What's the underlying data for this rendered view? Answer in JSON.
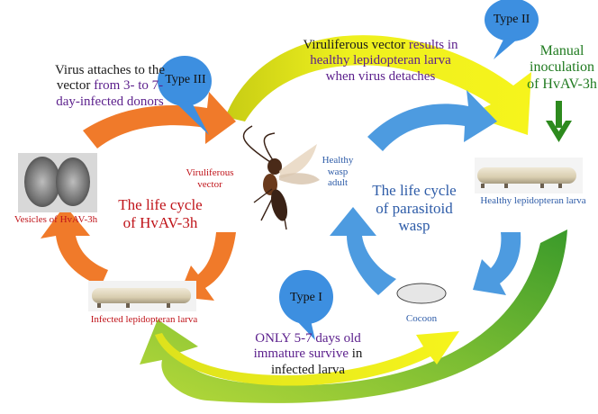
{
  "callouts": {
    "type_one": "Type I",
    "type_two": "Type II",
    "type_three": "Type III"
  },
  "texts": {
    "attach_line1": "Virus attaches to the",
    "attach_line2_a": "vector ",
    "attach_line2_b": "from 3- to 7-",
    "attach_line3": "day-infected donors",
    "viruliferous_line1_a": "Viruliferous vector ",
    "viruliferous_line1_b": "results in",
    "viruliferous_line2": "healthy lepidopteran larva",
    "viruliferous_line3": "when virus detaches",
    "manual_line1": "Manual",
    "manual_line2": "inoculation",
    "manual_line3": "of HvAV-3h",
    "vesicles_label": "Vesicles of HvAV-3h",
    "lifecycle_virus_line1": "The life cycle",
    "lifecycle_virus_line2": "of HvAV-3h",
    "viruliferous_vector_line1": "Viruliferous",
    "viruliferous_vector_line2": "vector",
    "healthy_wasp_line1": "Healthy",
    "healthy_wasp_line2": "wasp",
    "healthy_wasp_line3": "adult",
    "lifecycle_wasp_line1": "The life cycle",
    "lifecycle_wasp_line2": "of parasitoid",
    "lifecycle_wasp_line3": "wasp",
    "healthy_larva_label": "Healthy lepidopteran larva",
    "infected_larva_label": "Infected lepidopteran larva",
    "cocoon_label": "Cocoon",
    "survive_line1": "ONLY 5-7 days old",
    "survive_line2_a": "immature survive",
    "survive_line2_b": " in",
    "survive_line3": "infected larva"
  },
  "colors": {
    "orange": "#f07a2a",
    "yellow": "#ecec1a",
    "blue": "#4d9be0",
    "green": "#7ab832",
    "dark_green": "#2d8a1e",
    "callout_blue": "#3d8fe0"
  }
}
